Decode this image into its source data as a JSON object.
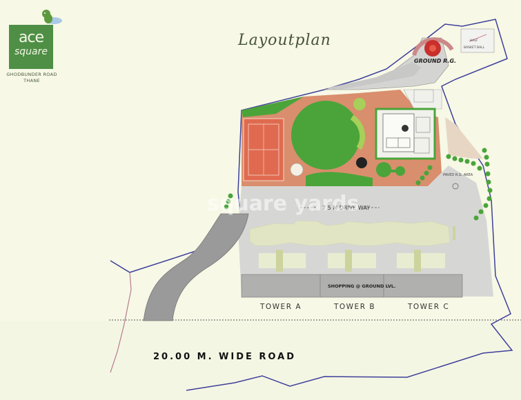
{
  "brand": {
    "name_line1": "ace",
    "name_line2": "square",
    "tagline_line1": "GHODBUNDER ROAD",
    "tagline_line2": "THANE"
  },
  "title": "Layoutplan",
  "labels": {
    "ground_rg": "GROUND R.G.",
    "half_basketball_1": "HALF",
    "half_basketball_2": "BASKET BALL",
    "paved_rg_area": "PAVED R.G. AREA",
    "drive_way": "7.5 M DRIVE WAY",
    "shopping": "SHOPPING @ GROUND LVL.",
    "tower_a": "TOWER A",
    "tower_b": "TOWER B",
    "tower_c": "TOWER C",
    "road": "20.00 M. WIDE ROAD"
  },
  "watermark": "square yards",
  "colors": {
    "background": "#f7f8e6",
    "site_grey": "#d6d7d5",
    "lawn_green": "#4aa43a",
    "paving": "#d98e6d",
    "brand_green": "#4e8f45",
    "boundary": "#3d3f9a"
  }
}
